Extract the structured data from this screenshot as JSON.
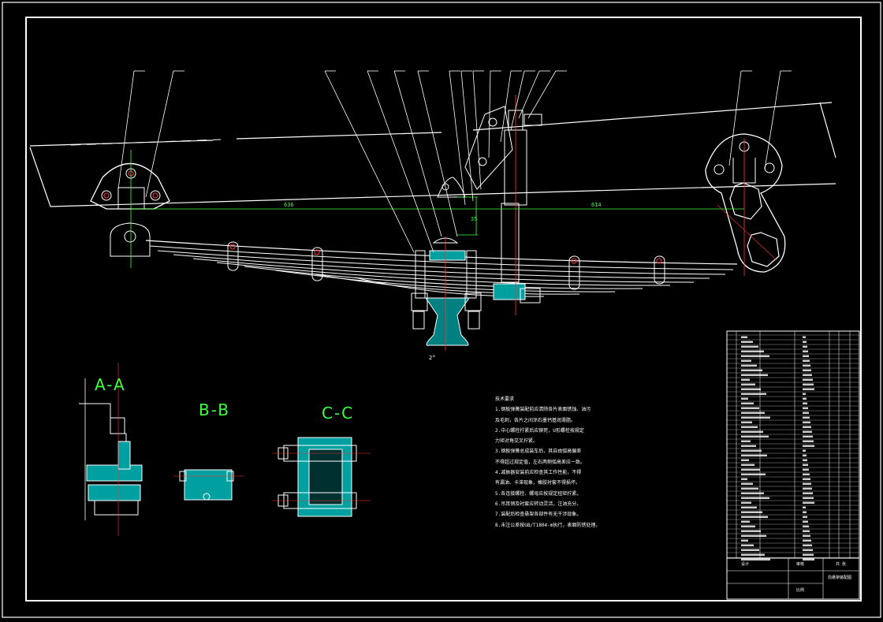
{
  "drawing": {
    "colors": {
      "background": "#000000",
      "frame": "#ffffff",
      "hatch": "#00e0e0",
      "dimension": "#3cff3c",
      "centerline": "#ff3333",
      "accent": "#ff00ff"
    }
  },
  "sections": {
    "aa": "A-A",
    "bb": "B-B",
    "cc": "C-C"
  },
  "dimensions": {
    "left_span": "636",
    "right_span": "614",
    "height": "35",
    "angle": "2°"
  },
  "notes": {
    "heading": "技术要求",
    "lines": [
      "1.钢板弹簧装配前应清除各片表面锈蚀、油污",
      "  及毛刺，各片之间涂石墨钙基润滑脂。",
      "2.中心螺栓拧紧后应铆死，U形螺栓按规定",
      "  力矩对角交叉拧紧。",
      "3.钢板弹簧总成装车后，其自由弧高偏差",
      "  不得超过规定值，左右两侧弧高差应一致。",
      "4.减振器安装前应检查其工作性能，不得",
      "  有漏油、卡滞现象，橡胶衬套不得损坏。",
      "5.各连接螺栓、螺母应按规定扭矩拧紧。",
      "6.吊耳销及衬套应转动灵活，注油充分。",
      "7.装配后检查悬架各部件有无干涉现象。",
      "8.未注公差按GB/T1804-m执行，表面防锈处理。"
    ]
  },
  "title_block": {
    "drawing_title": "前悬架装配图",
    "labels": [
      "设计",
      "审核",
      "比例",
      "共 张"
    ]
  }
}
